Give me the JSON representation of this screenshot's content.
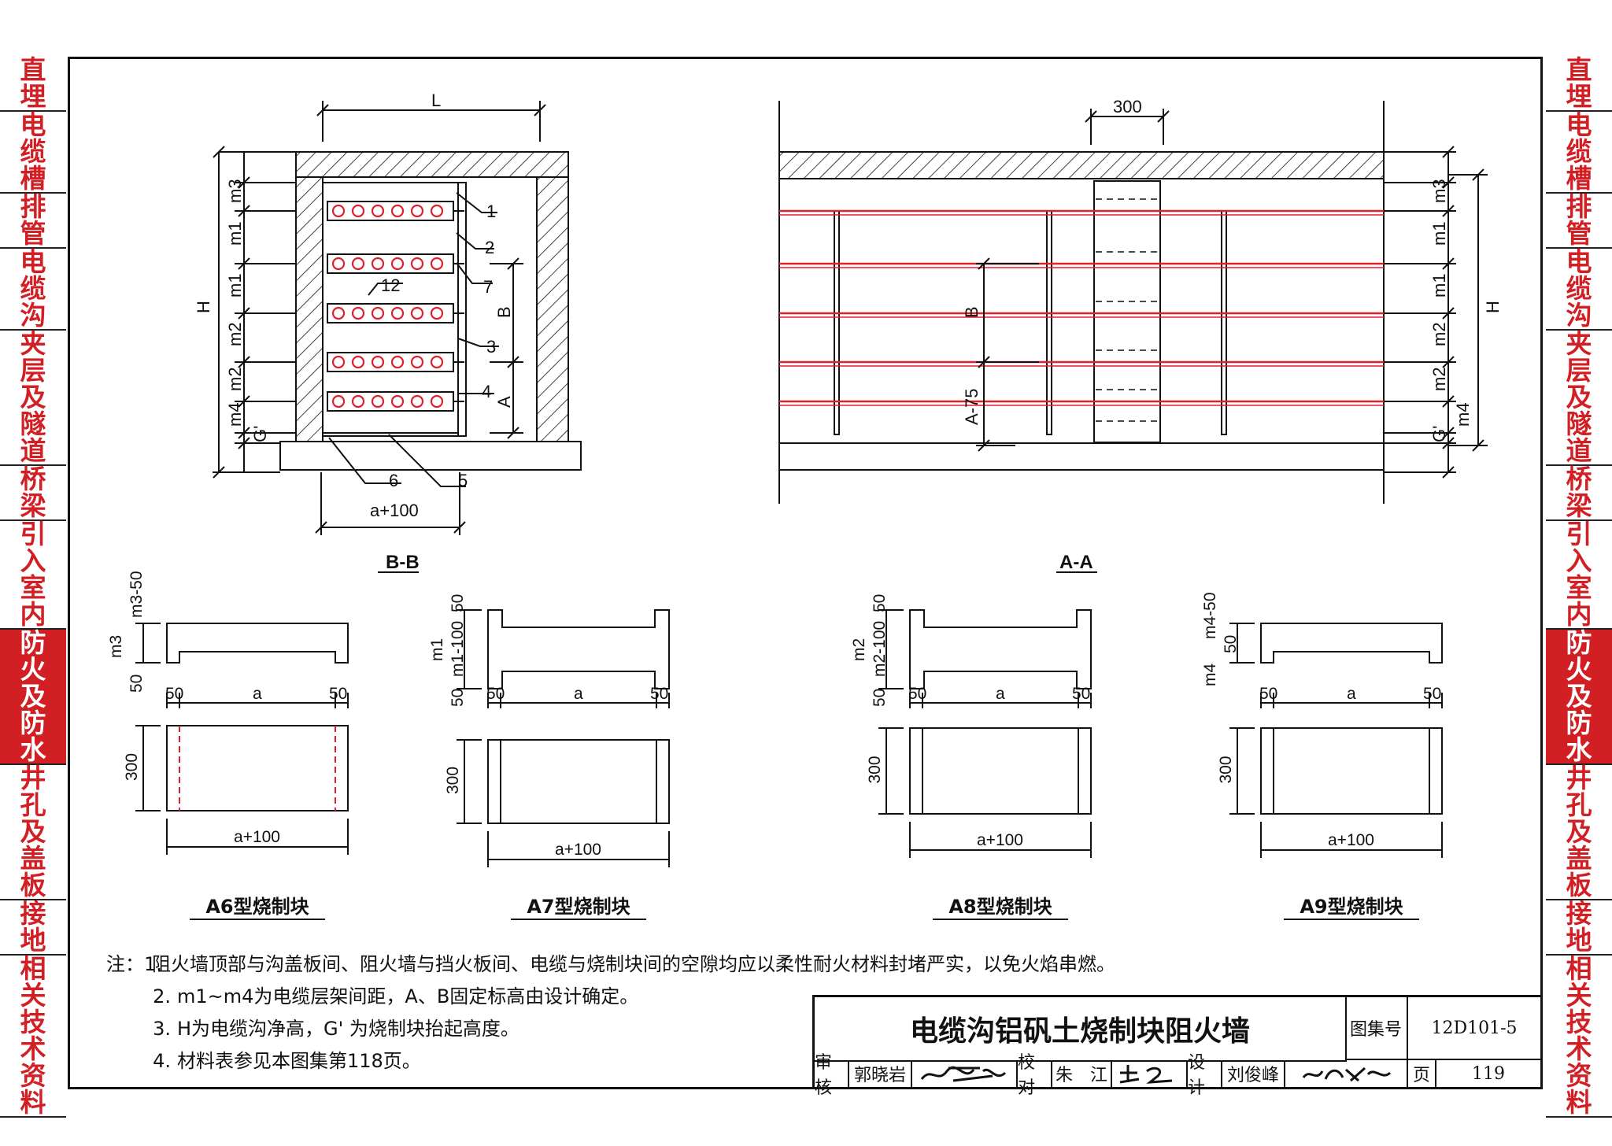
{
  "side_tabs": [
    {
      "label": "直埋",
      "active": false
    },
    {
      "label": "电缆槽",
      "active": false
    },
    {
      "label": "排管",
      "active": false
    },
    {
      "label": "电缆沟",
      "active": false
    },
    {
      "label": "夹层及隧道",
      "active": false
    },
    {
      "label": "桥梁",
      "active": false
    },
    {
      "label": "引入室内",
      "active": false
    },
    {
      "label": "防火及防水",
      "active": true
    },
    {
      "label": "井孔及盖板",
      "active": false
    },
    {
      "label": "接地",
      "active": false
    },
    {
      "label": "相关技术资料",
      "active": false
    }
  ],
  "colors": {
    "accent_red": "#d21f24",
    "cable_red": "#e0202a",
    "line": "#111111"
  },
  "section_bb": {
    "title": "B-B",
    "dim_L": "L",
    "dim_bottom": "a+100",
    "labels": {
      "H": "H",
      "m3": "m3",
      "m1a": "m1",
      "m1b": "m1",
      "m2a": "m2",
      "m2b": "m2",
      "m4": "m4",
      "G": "G'",
      "B": "B",
      "A": "A"
    },
    "callouts": [
      "1",
      "2",
      "7",
      "12",
      "3",
      "4",
      "5",
      "6"
    ]
  },
  "section_aa": {
    "title": "A-A",
    "dim_300": "300",
    "labels": {
      "H": "H",
      "m3": "m3",
      "m1a": "m1",
      "m1b": "m1",
      "m2a": "m2",
      "m2b": "m2",
      "m4": "m4",
      "G": "G'",
      "B": "B",
      "A75": "A-75"
    }
  },
  "blocks": [
    {
      "caption": "A6型烧制块",
      "dim_top": "m3-50",
      "dim_mid": "m3",
      "dim_50": "50",
      "dim_a": "a",
      "dim_300": "300",
      "dim_a100": "a+100"
    },
    {
      "caption": "A7型烧制块",
      "dim_top": "50",
      "dim_mid": "m1-100",
      "dim_bot": "50",
      "dim_outer": "m1",
      "dim_50": "50",
      "dim_a": "a",
      "dim_300": "300",
      "dim_a100": "a+100"
    },
    {
      "caption": "A8型烧制块",
      "dim_top": "50",
      "dim_mid": "m2-100",
      "dim_bot": "50",
      "dim_outer": "m2",
      "dim_50": "50",
      "dim_a": "a",
      "dim_300": "300",
      "dim_a100": "a+100"
    },
    {
      "caption": "A9型烧制块",
      "dim_top": "m4-50",
      "dim_mid": "50",
      "dim_outer": "m4",
      "dim_50": "50",
      "dim_a": "a",
      "dim_300": "300",
      "dim_a100": "a+100"
    }
  ],
  "notes": [
    {
      "lead": "注：1.",
      "text": "阻火墙顶部与沟盖板间、阻火墙与挡火板间、电缆与烧制块间的空隙均应以柔性耐火材料封堵严实，以免火焰串燃。"
    },
    {
      "lead": "2.",
      "text": "m1~m4为电缆层架间距，A、B固定标高由设计确定。"
    },
    {
      "lead": "3.",
      "text": "H为电缆沟净高，G' 为烧制块抬起高度。"
    },
    {
      "lead": "4.",
      "text": "材料表参见本图集第118页。"
    }
  ],
  "title_block": {
    "title": "电缆沟铝矾土烧制块阻火墙",
    "atlas_label": "图集号",
    "atlas_no": "12D101-5",
    "review_label": "审核",
    "reviewer": "郭晓岩",
    "check_label": "校对",
    "checker": "朱　江",
    "design_label": "设计",
    "designer": "刘俊峰",
    "page_label": "页",
    "page_no": "119"
  }
}
